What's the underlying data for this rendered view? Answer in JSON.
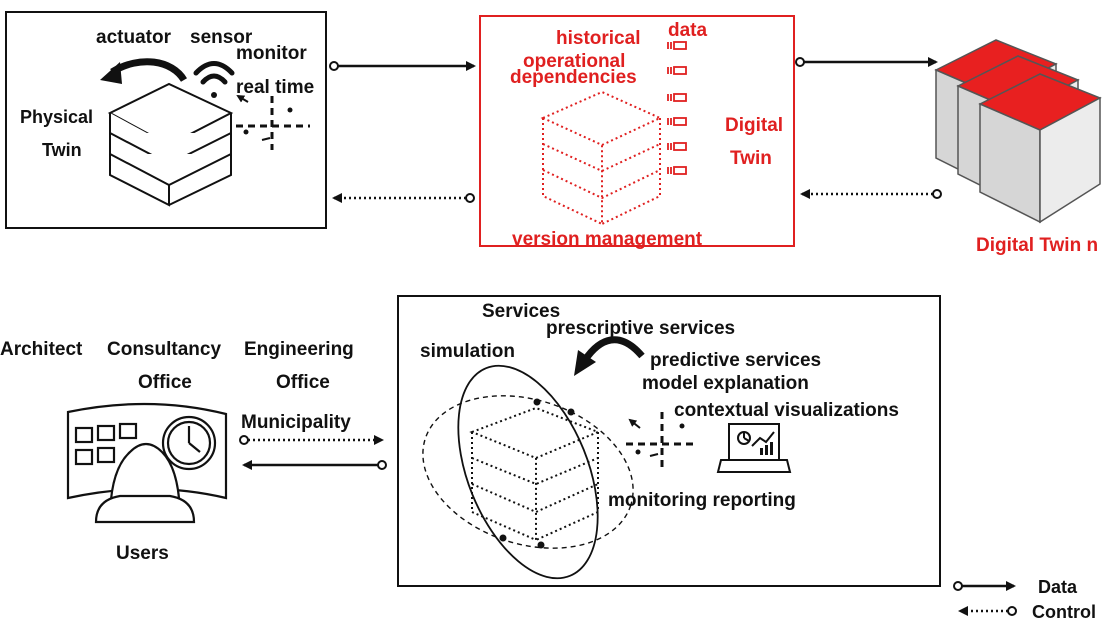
{
  "colors": {
    "accent": "#e02020",
    "ink": "#111111",
    "gray": "#d8d8d8"
  },
  "physical": {
    "title": "Physical Twin",
    "title_line1": "Physical",
    "title_line2": "Twin",
    "actuator": "actuator",
    "sensor": "sensor",
    "monitor": "monitor",
    "real_time": "real time"
  },
  "digital": {
    "title": "Digital Twin",
    "title_line1": "Digital",
    "title_line2": "Twin",
    "data": "data",
    "historical": "historical",
    "operational": "operational",
    "dependencies": "dependencies",
    "version_management": "version management"
  },
  "twin_n": {
    "label": "Digital Twin n"
  },
  "users": {
    "label": "Users",
    "architect": "Architect",
    "consultancy_line1": "Consultancy",
    "consultancy_line2": "Office",
    "engineering_line1": "Engineering",
    "engineering_line2": "Office",
    "municipality": "Municipality"
  },
  "services": {
    "title": "Services",
    "prescriptive": "prescriptive services",
    "simulation": "simulation",
    "predictive": "predictive services",
    "model_explanation": "model explanation",
    "contextual": "contextual visualizations",
    "monitoring": "monitoring reporting"
  },
  "legend": {
    "data": "Data",
    "control": "Control"
  }
}
